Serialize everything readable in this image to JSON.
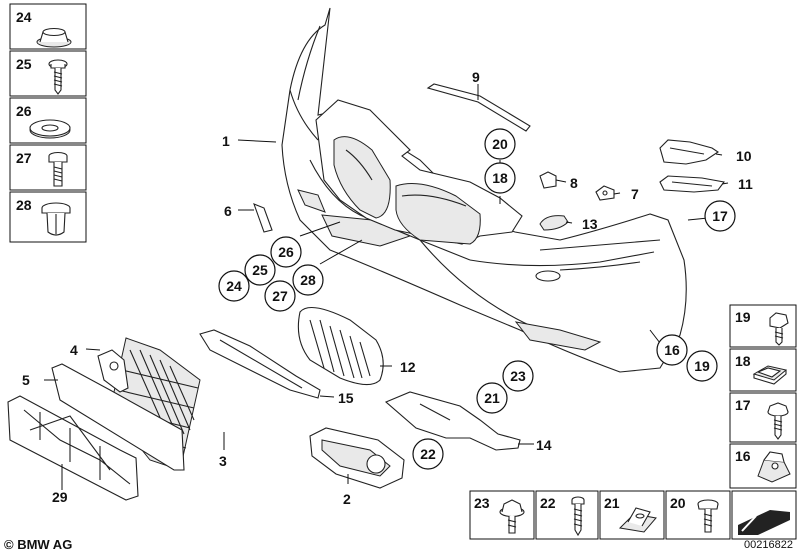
{
  "diagram": {
    "kind": "exploded-parts-view",
    "labels_plain": [
      {
        "id": "p1",
        "text": "1"
      },
      {
        "id": "p2",
        "text": "2"
      },
      {
        "id": "p3",
        "text": "3"
      },
      {
        "id": "p4",
        "text": "4"
      },
      {
        "id": "p5",
        "text": "5"
      },
      {
        "id": "p6",
        "text": "6"
      },
      {
        "id": "p7",
        "text": "7"
      },
      {
        "id": "p8",
        "text": "8"
      },
      {
        "id": "p9",
        "text": "9"
      },
      {
        "id": "p10",
        "text": "10"
      },
      {
        "id": "p11",
        "text": "11"
      },
      {
        "id": "p12",
        "text": "12"
      },
      {
        "id": "p13",
        "text": "13"
      },
      {
        "id": "p14",
        "text": "14"
      },
      {
        "id": "p15",
        "text": "15"
      },
      {
        "id": "p29",
        "text": "29"
      }
    ],
    "labels_circled": [
      {
        "id": "c16",
        "text": "16"
      },
      {
        "id": "c17",
        "text": "17"
      },
      {
        "id": "c18",
        "text": "18"
      },
      {
        "id": "c19",
        "text": "19"
      },
      {
        "id": "c20",
        "text": "20"
      },
      {
        "id": "c21",
        "text": "21"
      },
      {
        "id": "c22",
        "text": "22"
      },
      {
        "id": "c23",
        "text": "23"
      },
      {
        "id": "c24",
        "text": "24"
      },
      {
        "id": "c25",
        "text": "25"
      },
      {
        "id": "c26",
        "text": "26"
      },
      {
        "id": "c27",
        "text": "27"
      },
      {
        "id": "c28",
        "text": "28"
      }
    ],
    "left_column": [
      {
        "label": "24",
        "icon": "rubber-cap-icon"
      },
      {
        "label": "25",
        "icon": "screw-icon"
      },
      {
        "label": "26",
        "icon": "washer-icon"
      },
      {
        "label": "27",
        "icon": "bolt-icon"
      },
      {
        "label": "28",
        "icon": "expanding-rivet-icon"
      }
    ],
    "right_column": [
      {
        "label": "19",
        "icon": "fillister-screw-icon"
      },
      {
        "label": "18",
        "icon": "clip-nut-icon"
      },
      {
        "label": "17",
        "icon": "collar-screw-icon"
      },
      {
        "label": "16",
        "icon": "spring-nut-icon"
      }
    ],
    "bottom_row": [
      {
        "label": "23",
        "icon": "hex-collar-screw-icon"
      },
      {
        "label": "22",
        "icon": "tapping-screw-icon"
      },
      {
        "label": "21",
        "icon": "sheet-nut-icon"
      },
      {
        "label": "20",
        "icon": "flat-head-screw-icon"
      }
    ]
  },
  "footer": {
    "brand": "© BMW AG",
    "code": "00216822"
  }
}
